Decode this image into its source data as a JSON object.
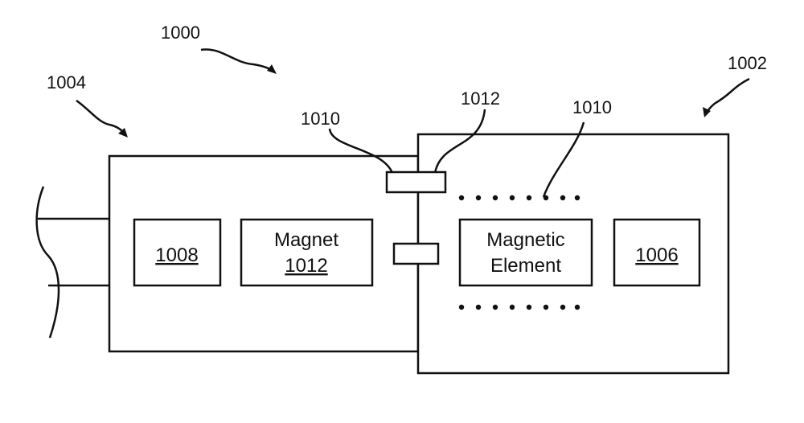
{
  "refs": {
    "system": "1000",
    "left_device": "1004",
    "right_device": "1002",
    "left_label_1010": "1010",
    "top_label_1012": "1012",
    "right_label_1010": "1010"
  },
  "left_device": {
    "box_1008": "1008",
    "magnet_title": "Magnet",
    "magnet_ref": "1012"
  },
  "right_device": {
    "magnetic_element_line1": "Magnetic",
    "magnetic_element_line2": "Element",
    "box_1006": "1006"
  },
  "colors": {
    "stroke": "#111111",
    "background": "#ffffff"
  }
}
